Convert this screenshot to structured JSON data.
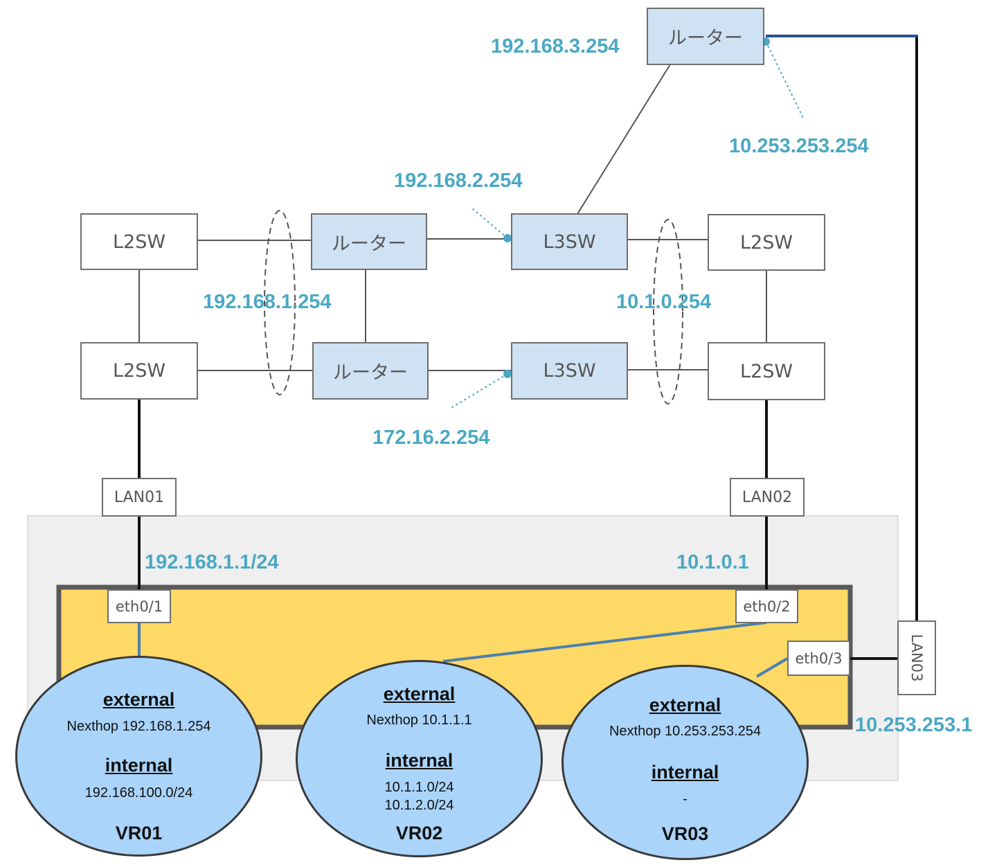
{
  "devices": {
    "router_top": "ルーター",
    "router_mid": "ルーター",
    "router_low": "ルーター",
    "l3sw_upper": "L3SW",
    "l3sw_lower": "L3SW",
    "l2sw_left_upper": "L2SW",
    "l2sw_left_lower": "L2SW",
    "l2sw_right_upper": "L2SW",
    "l2sw_right_lower": "L2SW"
  },
  "lans": {
    "lan01": "LAN01",
    "lan02": "LAN02",
    "lan03": "LAN03"
  },
  "ports": {
    "eth01": "eth0/1",
    "eth02": "eth0/2",
    "eth03": "eth0/3"
  },
  "addresses": {
    "router_top_left": "192.168.3.254",
    "router_top_right": "10.253.253.254",
    "l3sw_upper": "192.168.2.254",
    "segment_left": "192.168.1.254",
    "segment_right": "10.1.0.254",
    "l3sw_lower": "172.16.2.254",
    "eth01": "192.168.1.1/24",
    "eth02": "10.1.0.1",
    "eth03": "10.253.253.1"
  },
  "virtual_routers": [
    {
      "name": "VR01",
      "external_heading": "external",
      "external": "Nexthop 192.168.1.254",
      "internal_heading": "internal",
      "internal": [
        "192.168.100.0/24"
      ]
    },
    {
      "name": "VR02",
      "external_heading": "external",
      "external": "Nexthop 10.1.1.1",
      "internal_heading": "internal",
      "internal": [
        "10.1.1.0/24",
        "10.1.2.0/24"
      ]
    },
    {
      "name": "VR03",
      "external_heading": "external",
      "external": "Nexthop 10.253.253.254",
      "internal_heading": "internal",
      "internal": [
        "-"
      ]
    }
  ],
  "colors": {
    "device_fill": "#cfe2f3",
    "appliance_fill": "#ffd966",
    "vr_fill": "#aad4fa",
    "address_text": "#4aa8c4",
    "link_blue": "#4a7fb0",
    "wan_link": "#2a4f8f"
  }
}
